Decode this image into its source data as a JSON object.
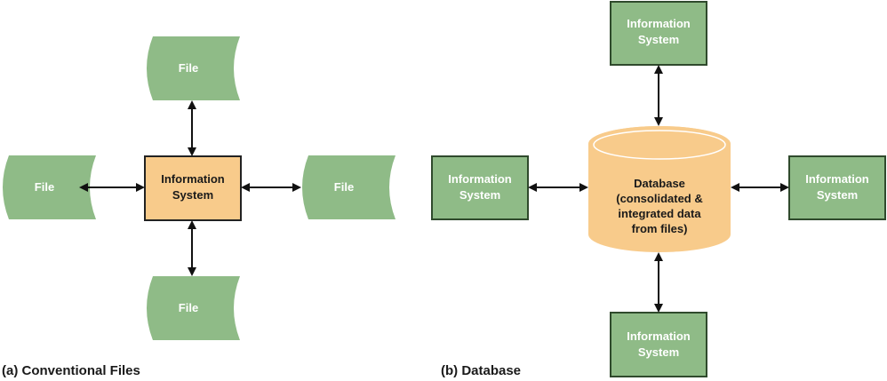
{
  "panel_a": {
    "caption": "(a) Conventional Files",
    "center": {
      "lines": [
        "Information",
        "System"
      ]
    },
    "files": {
      "top": "File",
      "left": "File",
      "right": "File",
      "bottom": "File"
    }
  },
  "panel_b": {
    "caption": "(b) Database",
    "database": {
      "lines": [
        "Database",
        "(consolidated &",
        "integrated data",
        "from files)"
      ]
    },
    "systems": {
      "top": [
        "Information",
        "System"
      ],
      "left": [
        "Information",
        "System"
      ],
      "right": [
        "Information",
        "System"
      ],
      "bottom": [
        "Information",
        "System"
      ]
    }
  },
  "colors": {
    "green_fill": "#8fbb87",
    "green_stroke": "#2f4a2c",
    "orange_fill": "#f8cb8b",
    "arrow": "#111111"
  }
}
